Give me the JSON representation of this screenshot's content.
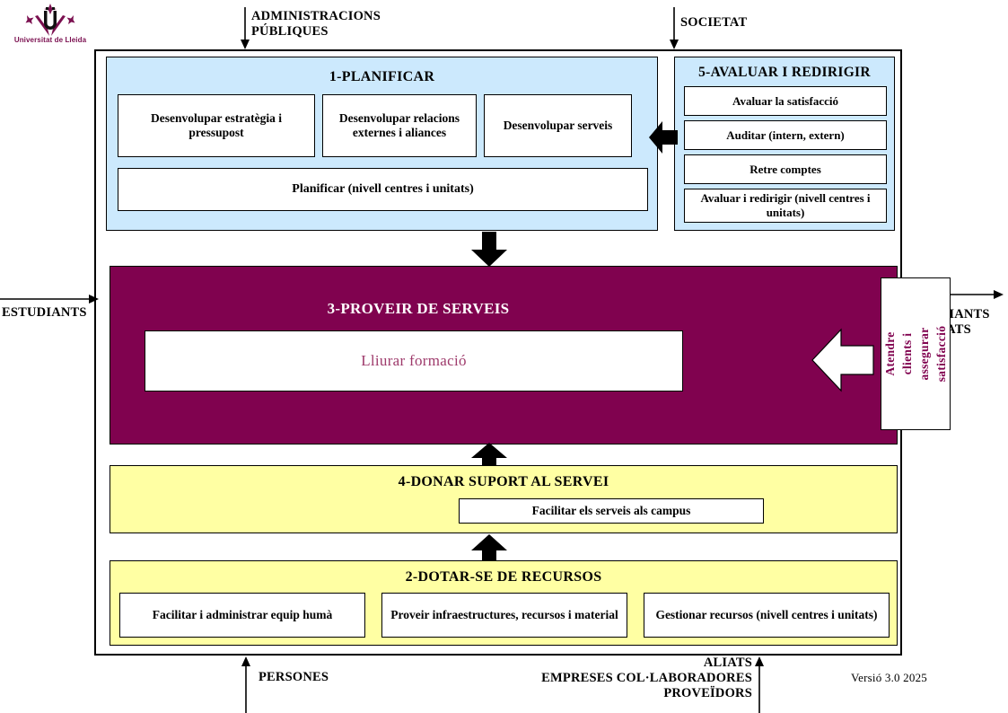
{
  "logo": {
    "name": "universitat-de-lleida-logo",
    "caption": "Universitat de Lleida",
    "mark_color": "#7b1050"
  },
  "colors": {
    "plan_band": "#cce9fd",
    "eval_band": "#cce9fd",
    "provide_band": "#80024f",
    "support_band": "#ffffa3",
    "resources_band": "#ffffa3",
    "provide_title_text": "#ffffff",
    "provide_inner_text": "#9e3a6b",
    "side_text": "#80024f",
    "frame_border": "#000000"
  },
  "external_inputs": {
    "administracions": "ADMINISTRACIONS\nPÚBLIQUES",
    "societat": "SOCIETAT",
    "estudiants": "ESTUDIANTS",
    "estudiants_titulats": "ESTUDIANTS\nTITULATS",
    "persones": "PERSONES",
    "aliats": "ALIATS\nEMPRESES COL·LABORADORES\nPROVEÏDORS"
  },
  "version": "Versió 3.0  2025",
  "bands": {
    "planificar": {
      "title": "1-PLANIFICAR",
      "row1": [
        "Desenvolupar estratègia i pressupost",
        "Desenvolupar relacions externes i aliances",
        "Desenvolupar serveis"
      ],
      "row2": "Planificar (nivell centres i unitats)"
    },
    "avaluar": {
      "title": "5-AVALUAR I REDIRIGIR",
      "items": [
        "Avaluar la satisfacció",
        "Auditar (intern, extern)",
        "Retre comptes",
        "Avaluar i redirigir (nivell centres i unitats)"
      ]
    },
    "proveir": {
      "title": "3-PROVEIR DE SERVEIS",
      "inner_box": "Lliurar formació",
      "side_box": "Atendre clients i\nassegurar satisfacció"
    },
    "suport": {
      "title": "4-DONAR SUPORT AL SERVEI",
      "inner_box": "Facilitar els serveis als campus"
    },
    "recursos": {
      "title": "2-DOTAR-SE DE RECURSOS",
      "items": [
        "Facilitar i administrar equip humà",
        "Proveir infraestructures, recursos i material",
        "Gestionar recursos (nivell centres i unitats)"
      ]
    }
  },
  "arrows": {
    "admin_down": "down-arrow-icon",
    "societat_down": "down-arrow-icon",
    "estudiants_right": "right-arrow-icon",
    "titulats_right": "right-arrow-icon",
    "persones_up": "up-arrow-icon",
    "aliats_up": "up-arrow-icon",
    "plan_to_provide": "block-down-arrow-icon",
    "eval_to_plan": "block-left-arrow-icon",
    "support_to_provide": "block-up-arrow-icon",
    "resources_to_support": "block-up-arrow-icon",
    "clients_to_provide": "white-block-left-arrow-icon"
  }
}
